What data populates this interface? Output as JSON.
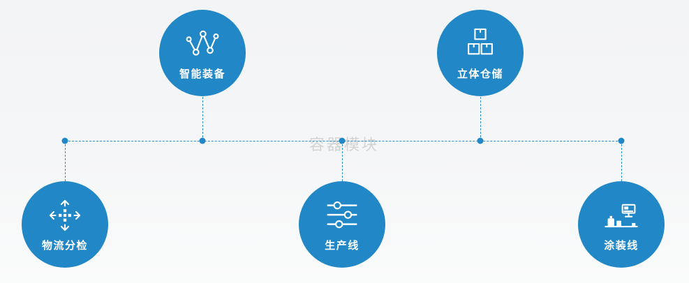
{
  "theme": {
    "accent_color": "#2187c7",
    "line_color": "#2e8ecb",
    "background_color": "#f5f6f7",
    "watermark_color": "#c8c8c8"
  },
  "diagram": {
    "watermark": "容器模块",
    "nodes": [
      {
        "label": "智能装备",
        "icon": "network-nodes-icon"
      },
      {
        "label": "立体仓储",
        "icon": "stacked-boxes-icon"
      },
      {
        "label": "物流分检",
        "icon": "sorting-arrows-icon"
      },
      {
        "label": "生产线",
        "icon": "sliders-icon"
      },
      {
        "label": "涂装线",
        "icon": "painting-station-icon"
      }
    ]
  }
}
